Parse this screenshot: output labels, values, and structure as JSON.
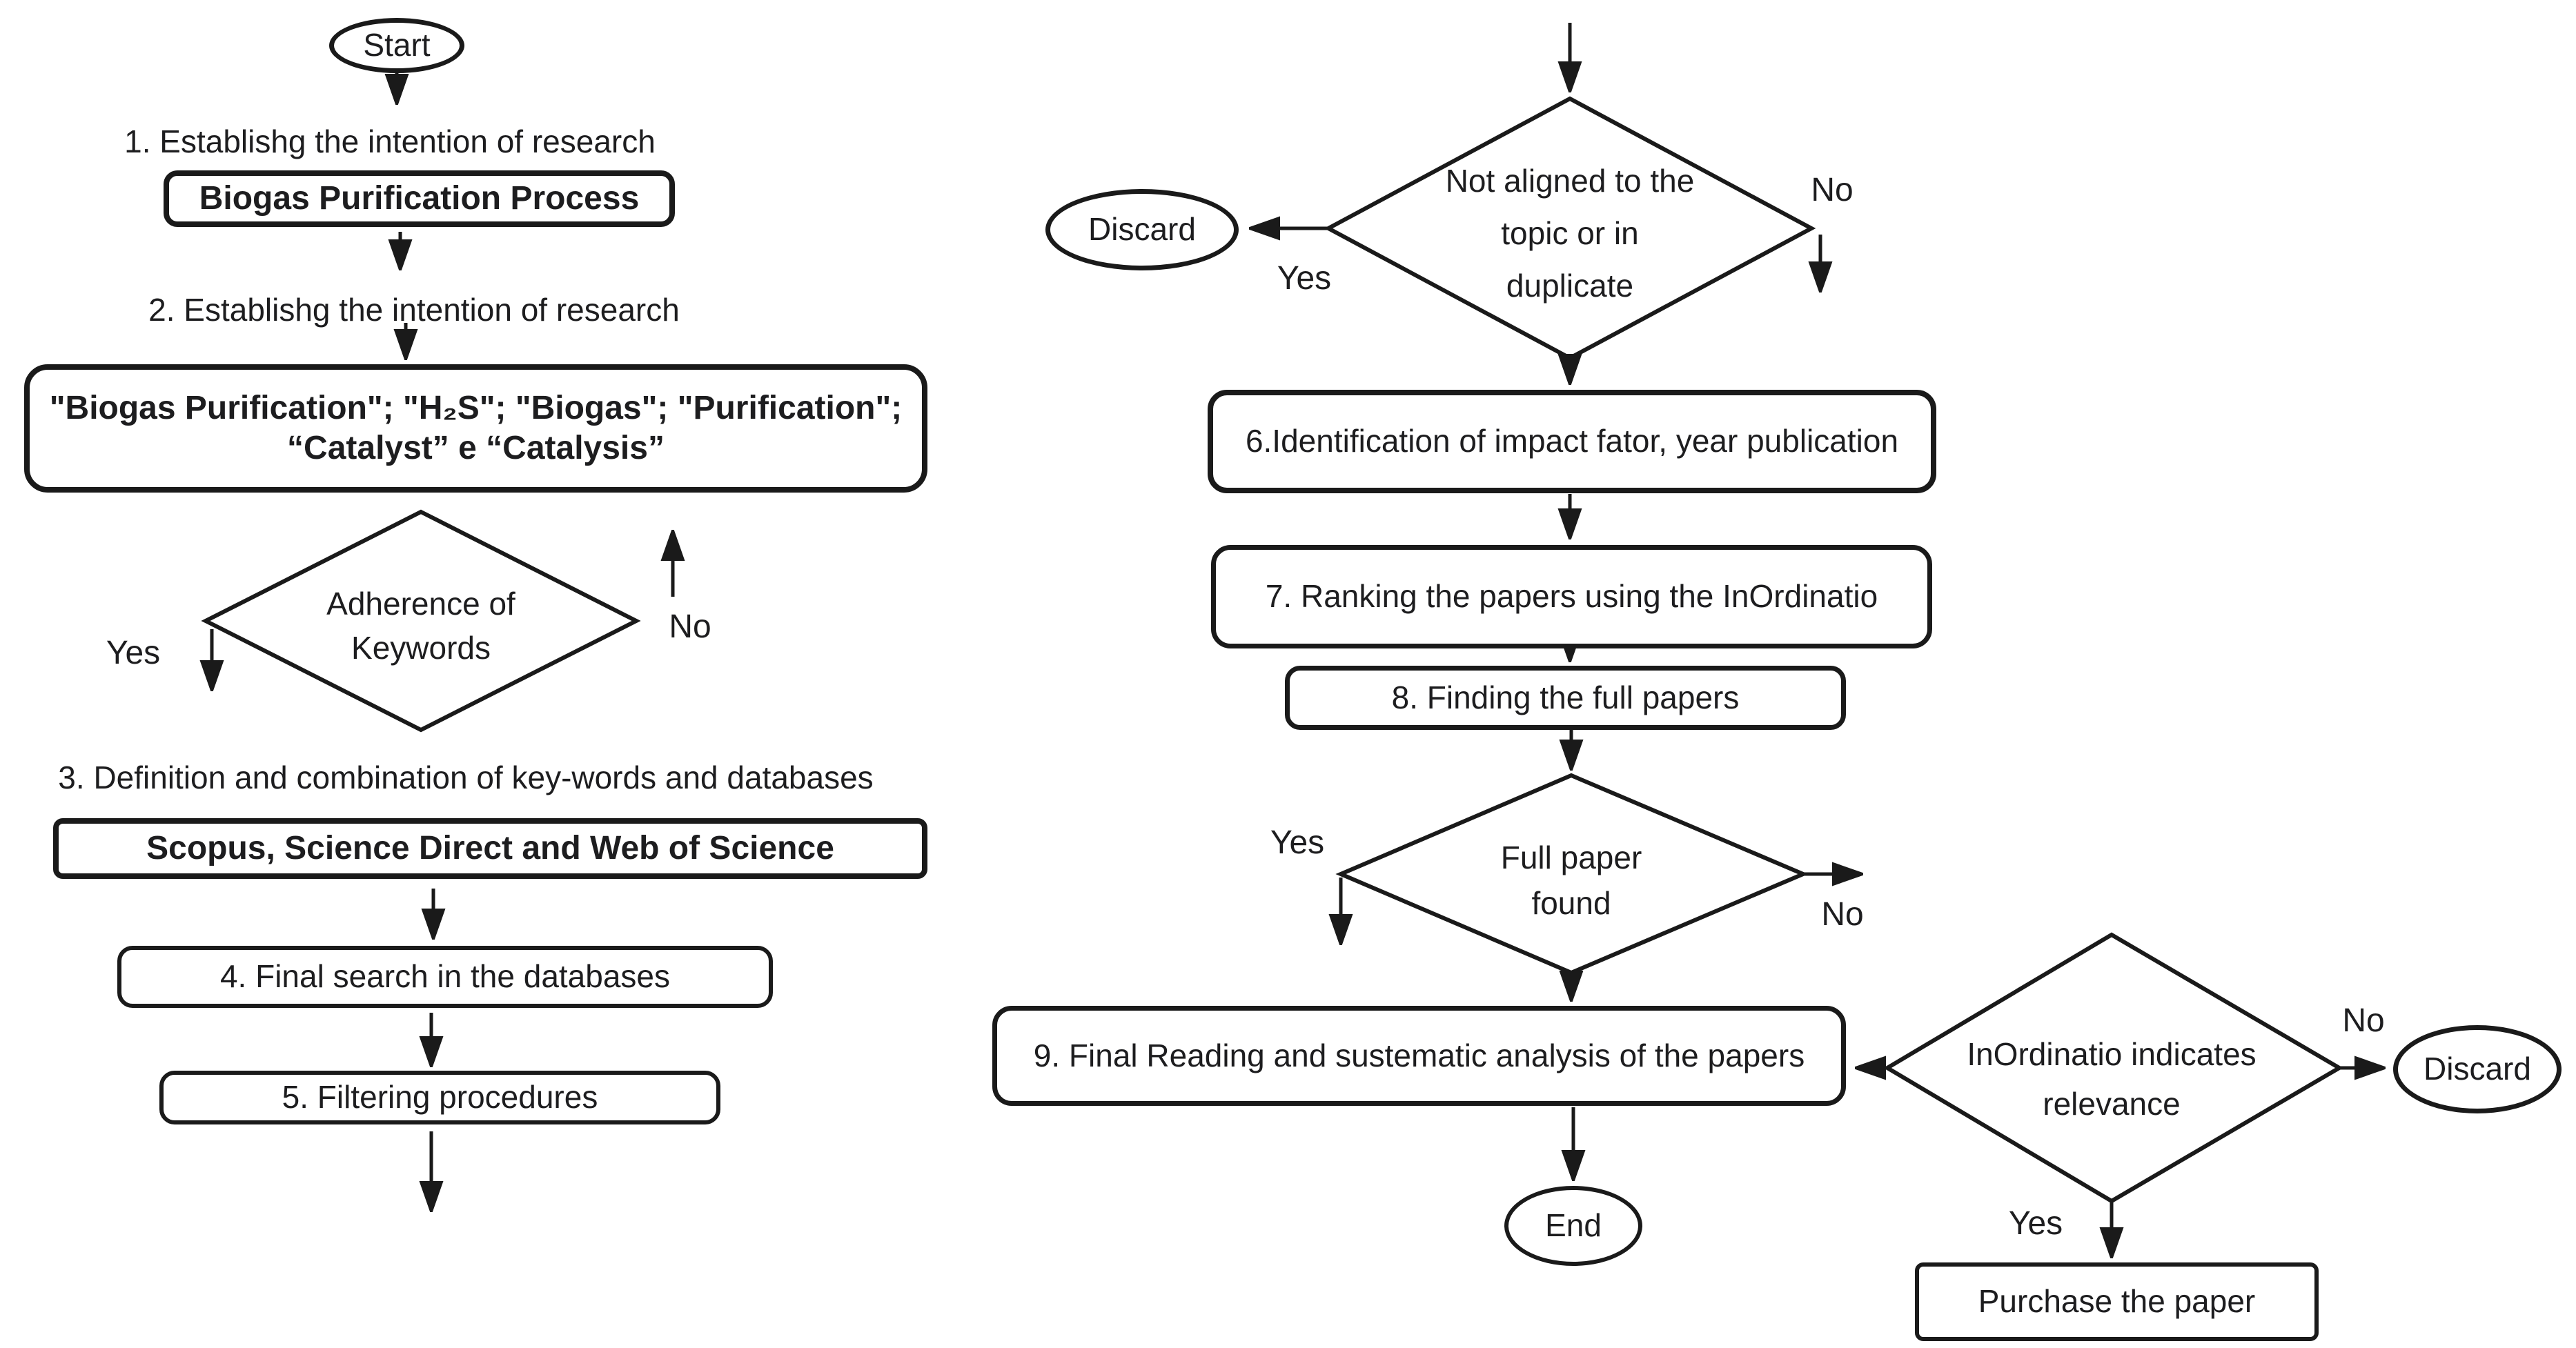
{
  "flowchart": {
    "colors": {
      "line": "#1a1a1a",
      "background": "#ffffff",
      "text": "#1d1d1f"
    },
    "nodes": {
      "start": "Start",
      "step1": "1. Establishg the intention of research",
      "topic": "Biogas Purification Process",
      "step2": "2. Establishg the intention of research",
      "keywords_line1": "\"Biogas Purification\"; \"H₂S\"; \"Biogas\"; \"Purification\";",
      "keywords_line2": "“Catalyst” e “Catalysis”",
      "adherence_line1": "Adherence of",
      "adherence_line2": "Keywords",
      "step3": "3. Definition and combination of key-words and databases",
      "databases": "Scopus, Science Direct and Web of Science",
      "step4": "4. Final search in the databases",
      "step5": "5. Filtering procedures",
      "not_aligned_line1": "Not aligned to the",
      "not_aligned_line2": "topic or in",
      "not_aligned_line3": "duplicate",
      "discard_left": "Discard",
      "step6": "6.Identification of impact fator, year publication",
      "step7": "7. Ranking the papers using the InOrdinatio",
      "step8": "8. Finding the full papers",
      "full_paper_line1": "Full paper",
      "full_paper_line2": "found",
      "step9": "9. Final Reading and sustematic analysis of the papers",
      "end": "End",
      "inordinatio_line1": "InOrdinatio indicates",
      "inordinatio_line2": "relevance",
      "discard_right": "Discard",
      "purchase": "Purchase the paper"
    },
    "labels": {
      "adherence_yes": "Yes",
      "adherence_no": "No",
      "not_aligned_yes": "Yes",
      "not_aligned_no": "No",
      "full_paper_yes": "Yes",
      "full_paper_no": "No",
      "inordinatio_yes": "Yes",
      "inordinatio_no": "No"
    }
  }
}
